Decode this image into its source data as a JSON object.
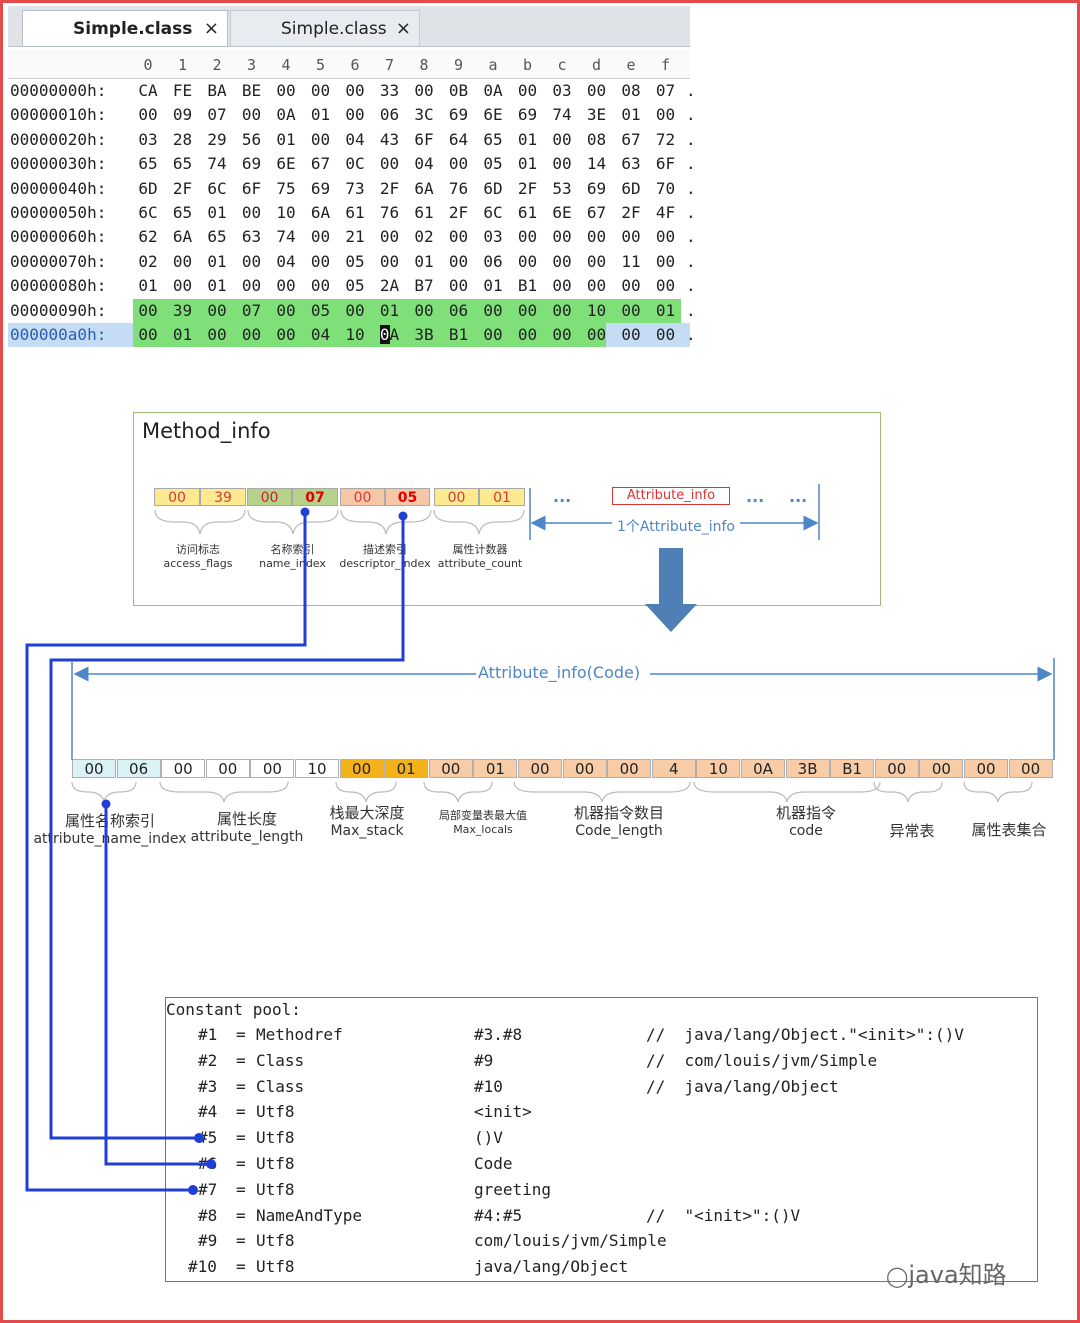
{
  "editor": {
    "tabs": [
      {
        "label": "Simple.class",
        "close": "×",
        "active": true
      },
      {
        "label": "Simple.class",
        "close": "×",
        "active": false
      }
    ],
    "ruler": [
      "0",
      "1",
      "2",
      "3",
      "4",
      "5",
      "6",
      "7",
      "8",
      "9",
      "a",
      "b",
      "c",
      "d",
      "e",
      "f"
    ],
    "rows": [
      {
        "addr": "00000000h:",
        "bytes": [
          "CA",
          "FE",
          "BA",
          "BE",
          "00",
          "00",
          "00",
          "33",
          "00",
          "0B",
          "0A",
          "00",
          "03",
          "00",
          "08",
          "07"
        ],
        "tail": "."
      },
      {
        "addr": "00000010h:",
        "bytes": [
          "00",
          "09",
          "07",
          "00",
          "0A",
          "01",
          "00",
          "06",
          "3C",
          "69",
          "6E",
          "69",
          "74",
          "3E",
          "01",
          "00"
        ],
        "tail": "."
      },
      {
        "addr": "00000020h:",
        "bytes": [
          "03",
          "28",
          "29",
          "56",
          "01",
          "00",
          "04",
          "43",
          "6F",
          "64",
          "65",
          "01",
          "00",
          "08",
          "67",
          "72"
        ],
        "tail": "."
      },
      {
        "addr": "00000030h:",
        "bytes": [
          "65",
          "65",
          "74",
          "69",
          "6E",
          "67",
          "0C",
          "00",
          "04",
          "00",
          "05",
          "01",
          "00",
          "14",
          "63",
          "6F"
        ],
        "tail": "."
      },
      {
        "addr": "00000040h:",
        "bytes": [
          "6D",
          "2F",
          "6C",
          "6F",
          "75",
          "69",
          "73",
          "2F",
          "6A",
          "76",
          "6D",
          "2F",
          "53",
          "69",
          "6D",
          "70"
        ],
        "tail": "."
      },
      {
        "addr": "00000050h:",
        "bytes": [
          "6C",
          "65",
          "01",
          "00",
          "10",
          "6A",
          "61",
          "76",
          "61",
          "2F",
          "6C",
          "61",
          "6E",
          "67",
          "2F",
          "4F"
        ],
        "tail": "."
      },
      {
        "addr": "00000060h:",
        "bytes": [
          "62",
          "6A",
          "65",
          "63",
          "74",
          "00",
          "21",
          "00",
          "02",
          "00",
          "03",
          "00",
          "00",
          "00",
          "00",
          "00"
        ],
        "tail": "."
      },
      {
        "addr": "00000070h:",
        "bytes": [
          "02",
          "00",
          "01",
          "00",
          "04",
          "00",
          "05",
          "00",
          "01",
          "00",
          "06",
          "00",
          "00",
          "00",
          "11",
          "00"
        ],
        "tail": "."
      },
      {
        "addr": "00000080h:",
        "bytes": [
          "01",
          "00",
          "01",
          "00",
          "00",
          "00",
          "05",
          "2A",
          "B7",
          "00",
          "01",
          "B1",
          "00",
          "00",
          "00",
          "00"
        ],
        "tail": "."
      },
      {
        "addr": "00000090h:",
        "bytes": [
          "00",
          "39",
          "00",
          "07",
          "00",
          "05",
          "00",
          "01",
          "00",
          "06",
          "00",
          "00",
          "00",
          "10",
          "00",
          "01"
        ],
        "tail": "."
      },
      {
        "addr": "000000a0h:",
        "bytes": [
          "00",
          "01",
          "00",
          "00",
          "00",
          "04",
          "10",
          "0A",
          "3B",
          "B1",
          "00",
          "00",
          "00",
          "00",
          "00",
          "00"
        ],
        "tail": "."
      }
    ]
  },
  "method_info": {
    "title": "Method_info",
    "fields": [
      {
        "bytes": [
          "00",
          "39"
        ],
        "label_cn": "访问标志",
        "label_en": "access_flags"
      },
      {
        "bytes": [
          "00",
          "07"
        ],
        "label_cn": "名称索引",
        "label_en": "name_index"
      },
      {
        "bytes": [
          "00",
          "05"
        ],
        "label_cn": "描述索引",
        "label_en": "descriptor_index"
      },
      {
        "bytes": [
          "00",
          "01"
        ],
        "label_cn": "属性计数器",
        "label_en": "attribute_count"
      }
    ],
    "ellipsis": "...",
    "attribute_label": "Attribute_info",
    "one_attribute": "1个Attribute_info"
  },
  "code_attr": {
    "span_label": "Attribute_info(Code)",
    "cells": [
      "00",
      "06",
      "00",
      "00",
      "00",
      "10",
      "00",
      "01",
      "00",
      "01",
      "00",
      "00",
      "00",
      "4",
      "10",
      "0A",
      "3B",
      "B1",
      "00",
      "00",
      "00",
      "00"
    ],
    "groups": [
      {
        "cn": "属性名称索引",
        "en": "attribute_name_index"
      },
      {
        "cn": "属性长度",
        "en": "attribute_length"
      },
      {
        "cn": "栈最大深度",
        "en": "Max_stack"
      },
      {
        "cn": "局部变量表最大值",
        "en": "Max_locals"
      },
      {
        "cn": "机器指令数目",
        "en": "Code_length"
      },
      {
        "cn": "机器指令",
        "en": "code"
      },
      {
        "cn": "异常表",
        "en": ""
      },
      {
        "cn": "属性表集合",
        "en": ""
      }
    ]
  },
  "constant_pool": {
    "header": "Constant pool:",
    "entries": [
      {
        "idx": "#1",
        "type": "Methodref",
        "val": "#3.#8",
        "comment": "//  java/lang/Object.\"<init>\":()V"
      },
      {
        "idx": "#2",
        "type": "Class",
        "val": "#9",
        "comment": "//  com/louis/jvm/Simple"
      },
      {
        "idx": "#3",
        "type": "Class",
        "val": "#10",
        "comment": "//  java/lang/Object"
      },
      {
        "idx": "#4",
        "type": "Utf8",
        "val": "<init>",
        "comment": ""
      },
      {
        "idx": "#5",
        "type": "Utf8",
        "val": "()V",
        "comment": ""
      },
      {
        "idx": "#6",
        "type": "Utf8",
        "val": "Code",
        "comment": ""
      },
      {
        "idx": "#7",
        "type": "Utf8",
        "val": "greeting",
        "comment": ""
      },
      {
        "idx": "#8",
        "type": "NameAndType",
        "val": "#4:#5",
        "comment": "//  \"<init>\":()V"
      },
      {
        "idx": "#9",
        "type": "Utf8",
        "val": "com/louis/jvm/Simple",
        "comment": ""
      },
      {
        "idx": "#10",
        "type": "Utf8",
        "val": "java/lang/Object",
        "comment": ""
      }
    ]
  },
  "watermark": "java知路",
  "colors": {
    "frame": "#e34b4b",
    "link_line": "#1f3fd6",
    "highlight": "#7fe07a",
    "selection": "#c5dcf5"
  }
}
